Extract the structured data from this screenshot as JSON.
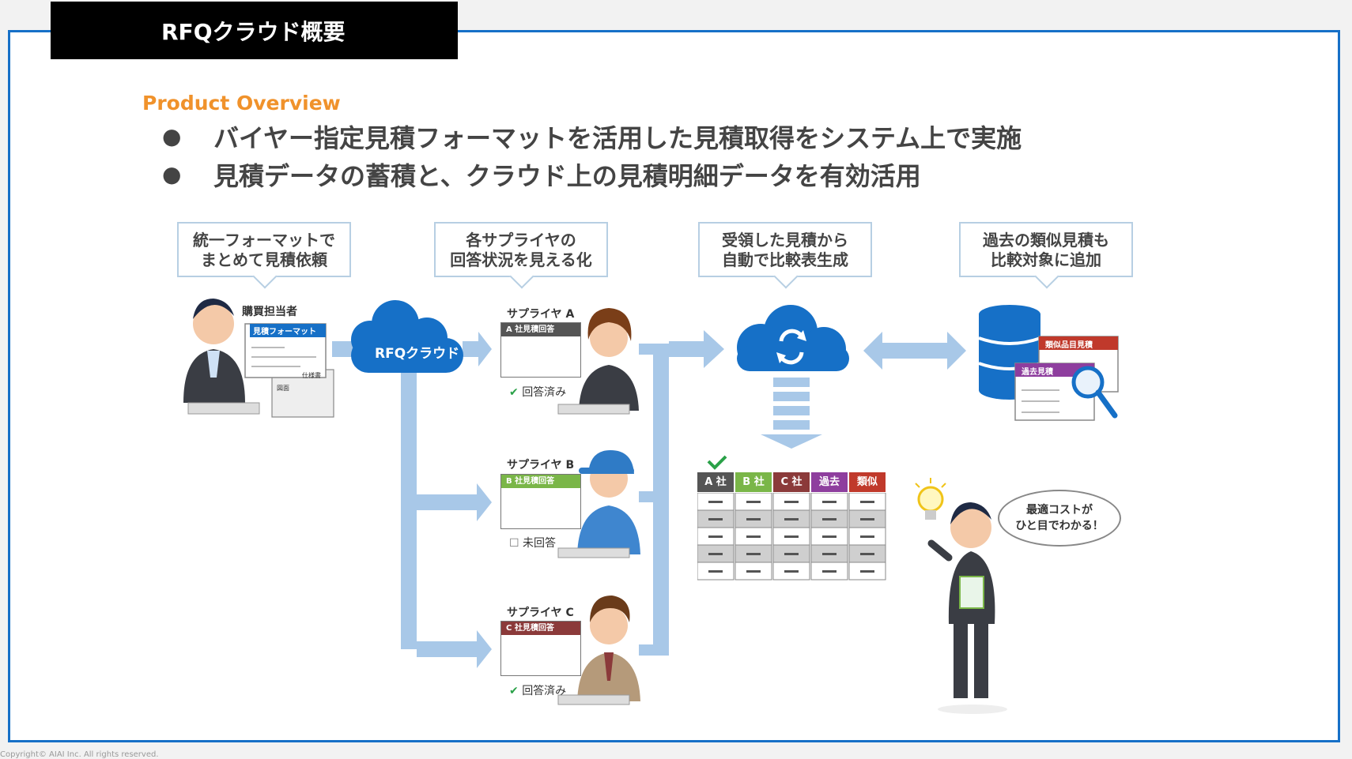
{
  "header": {
    "title": "RFQクラウド概要"
  },
  "subtitle": "Product Overview",
  "bullets": [
    "バイヤー指定見積フォーマットを活用した見積取得をシステム上で実施",
    "見積データの蓄積と、クラウド上の見積明細データを有効活用"
  ],
  "callouts": [
    {
      "line1": "統一フォーマットで",
      "line2": "まとめて見積依頼"
    },
    {
      "line1": "各サプライヤの",
      "line2": "回答状況を見える化"
    },
    {
      "line1": "受領した見積から",
      "line2": "自動で比較表生成"
    },
    {
      "line1": "過去の類似見積も",
      "line2": "比較対象に追加"
    }
  ],
  "buyer": {
    "label": "購買担当者",
    "doc_header": "見積フォーマット",
    "spec_label": "仕様書",
    "drawing_label": "図面"
  },
  "cloud_label": "RFQクラウド",
  "suppliers": [
    {
      "name": "サプライヤ A",
      "doc_header": "A 社見積回答",
      "status": "回答済み",
      "answered": true,
      "color": "#555555"
    },
    {
      "name": "サプライヤ B",
      "doc_header": "B 社見積回答",
      "status": "未回答",
      "answered": false,
      "color": "#7ab648"
    },
    {
      "name": "サプライヤ C",
      "doc_header": "C 社見積回答",
      "status": "回答済み",
      "answered": true,
      "color": "#8b3a3a"
    }
  ],
  "comparison_table": {
    "headers": [
      {
        "label": "A 社",
        "color": "#555555"
      },
      {
        "label": "B 社",
        "color": "#7ab648"
      },
      {
        "label": "C 社",
        "color": "#8b3a3a"
      },
      {
        "label": "過去",
        "color": "#8e3e9e"
      },
      {
        "label": "類似",
        "color": "#c0392b"
      }
    ]
  },
  "database": {
    "similar_label": "類似品目見積",
    "past_label": "過去見積"
  },
  "speech": {
    "line1": "最適コストが",
    "line2": "ひと目でわかる！"
  },
  "colors": {
    "accent": "#1670c7",
    "orange": "#f0922b",
    "arrow": "#a8c8e8",
    "cloud": "#1670c7"
  },
  "footer": "Copyright© AIAI Inc. All rights reserved."
}
